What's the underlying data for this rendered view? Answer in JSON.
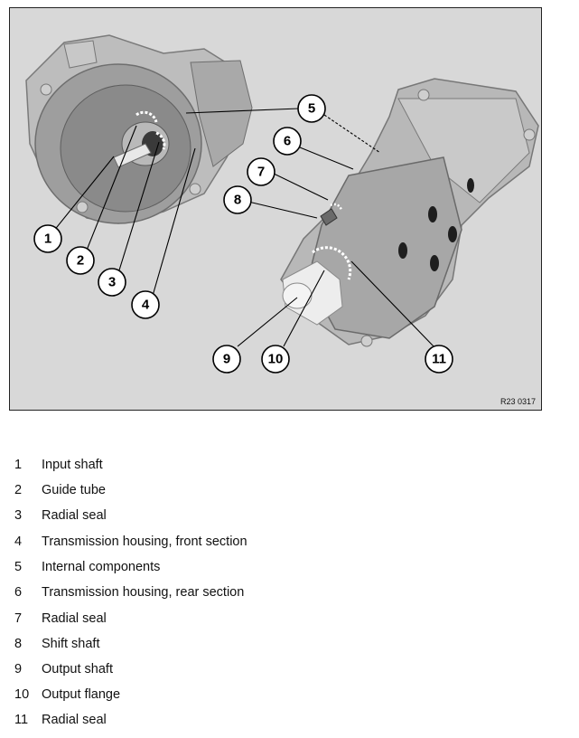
{
  "figure": {
    "reference_code": "R23 0317",
    "callouts": [
      {
        "number": "1"
      },
      {
        "number": "2"
      },
      {
        "number": "3"
      },
      {
        "number": "4"
      },
      {
        "number": "5"
      },
      {
        "number": "6"
      },
      {
        "number": "7"
      },
      {
        "number": "8"
      },
      {
        "number": "9"
      },
      {
        "number": "10"
      },
      {
        "number": "11"
      }
    ]
  },
  "legend": [
    {
      "number": "1",
      "label": "Input shaft"
    },
    {
      "number": "2",
      "label": "Guide tube"
    },
    {
      "number": "3",
      "label": "Radial seal"
    },
    {
      "number": "4",
      "label": "Transmission housing, front section"
    },
    {
      "number": "5",
      "label": "Internal components"
    },
    {
      "number": "6",
      "label": "Transmission housing, rear section"
    },
    {
      "number": "7",
      "label": "Radial seal"
    },
    {
      "number": "8",
      "label": "Shift shaft"
    },
    {
      "number": "9",
      "label": "Output shaft"
    },
    {
      "number": "10",
      "label": "Output flange"
    },
    {
      "number": "11",
      "label": "Radial seal"
    }
  ]
}
